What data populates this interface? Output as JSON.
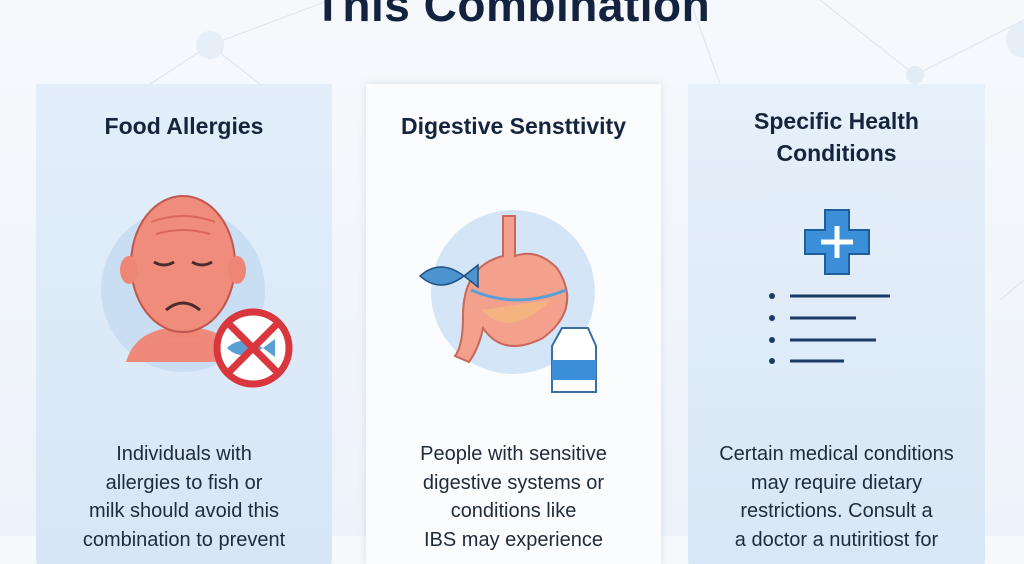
{
  "title": "This Combination",
  "cards": [
    {
      "heading": "Food Allergies",
      "lines": [
        "Individuals with",
        "allergies to fish or",
        "milk should avoid this",
        "combination to prevent"
      ]
    },
    {
      "heading": "Digestive Sensttivity",
      "lines": [
        "People with sensitive",
        "digestive systems or",
        "conditions like",
        "IBS may experience"
      ]
    },
    {
      "heading_lines": [
        "Specific Health",
        "Conditions"
      ],
      "lines": [
        "Certain medical conditions",
        "may require dietary",
        "restrictions. Consult a",
        "a doctor a nutiritiost for"
      ]
    }
  ],
  "colors": {
    "accent": "#3b8ed8",
    "skin": "#ef8a7a",
    "no_sign": "#d9363e"
  }
}
